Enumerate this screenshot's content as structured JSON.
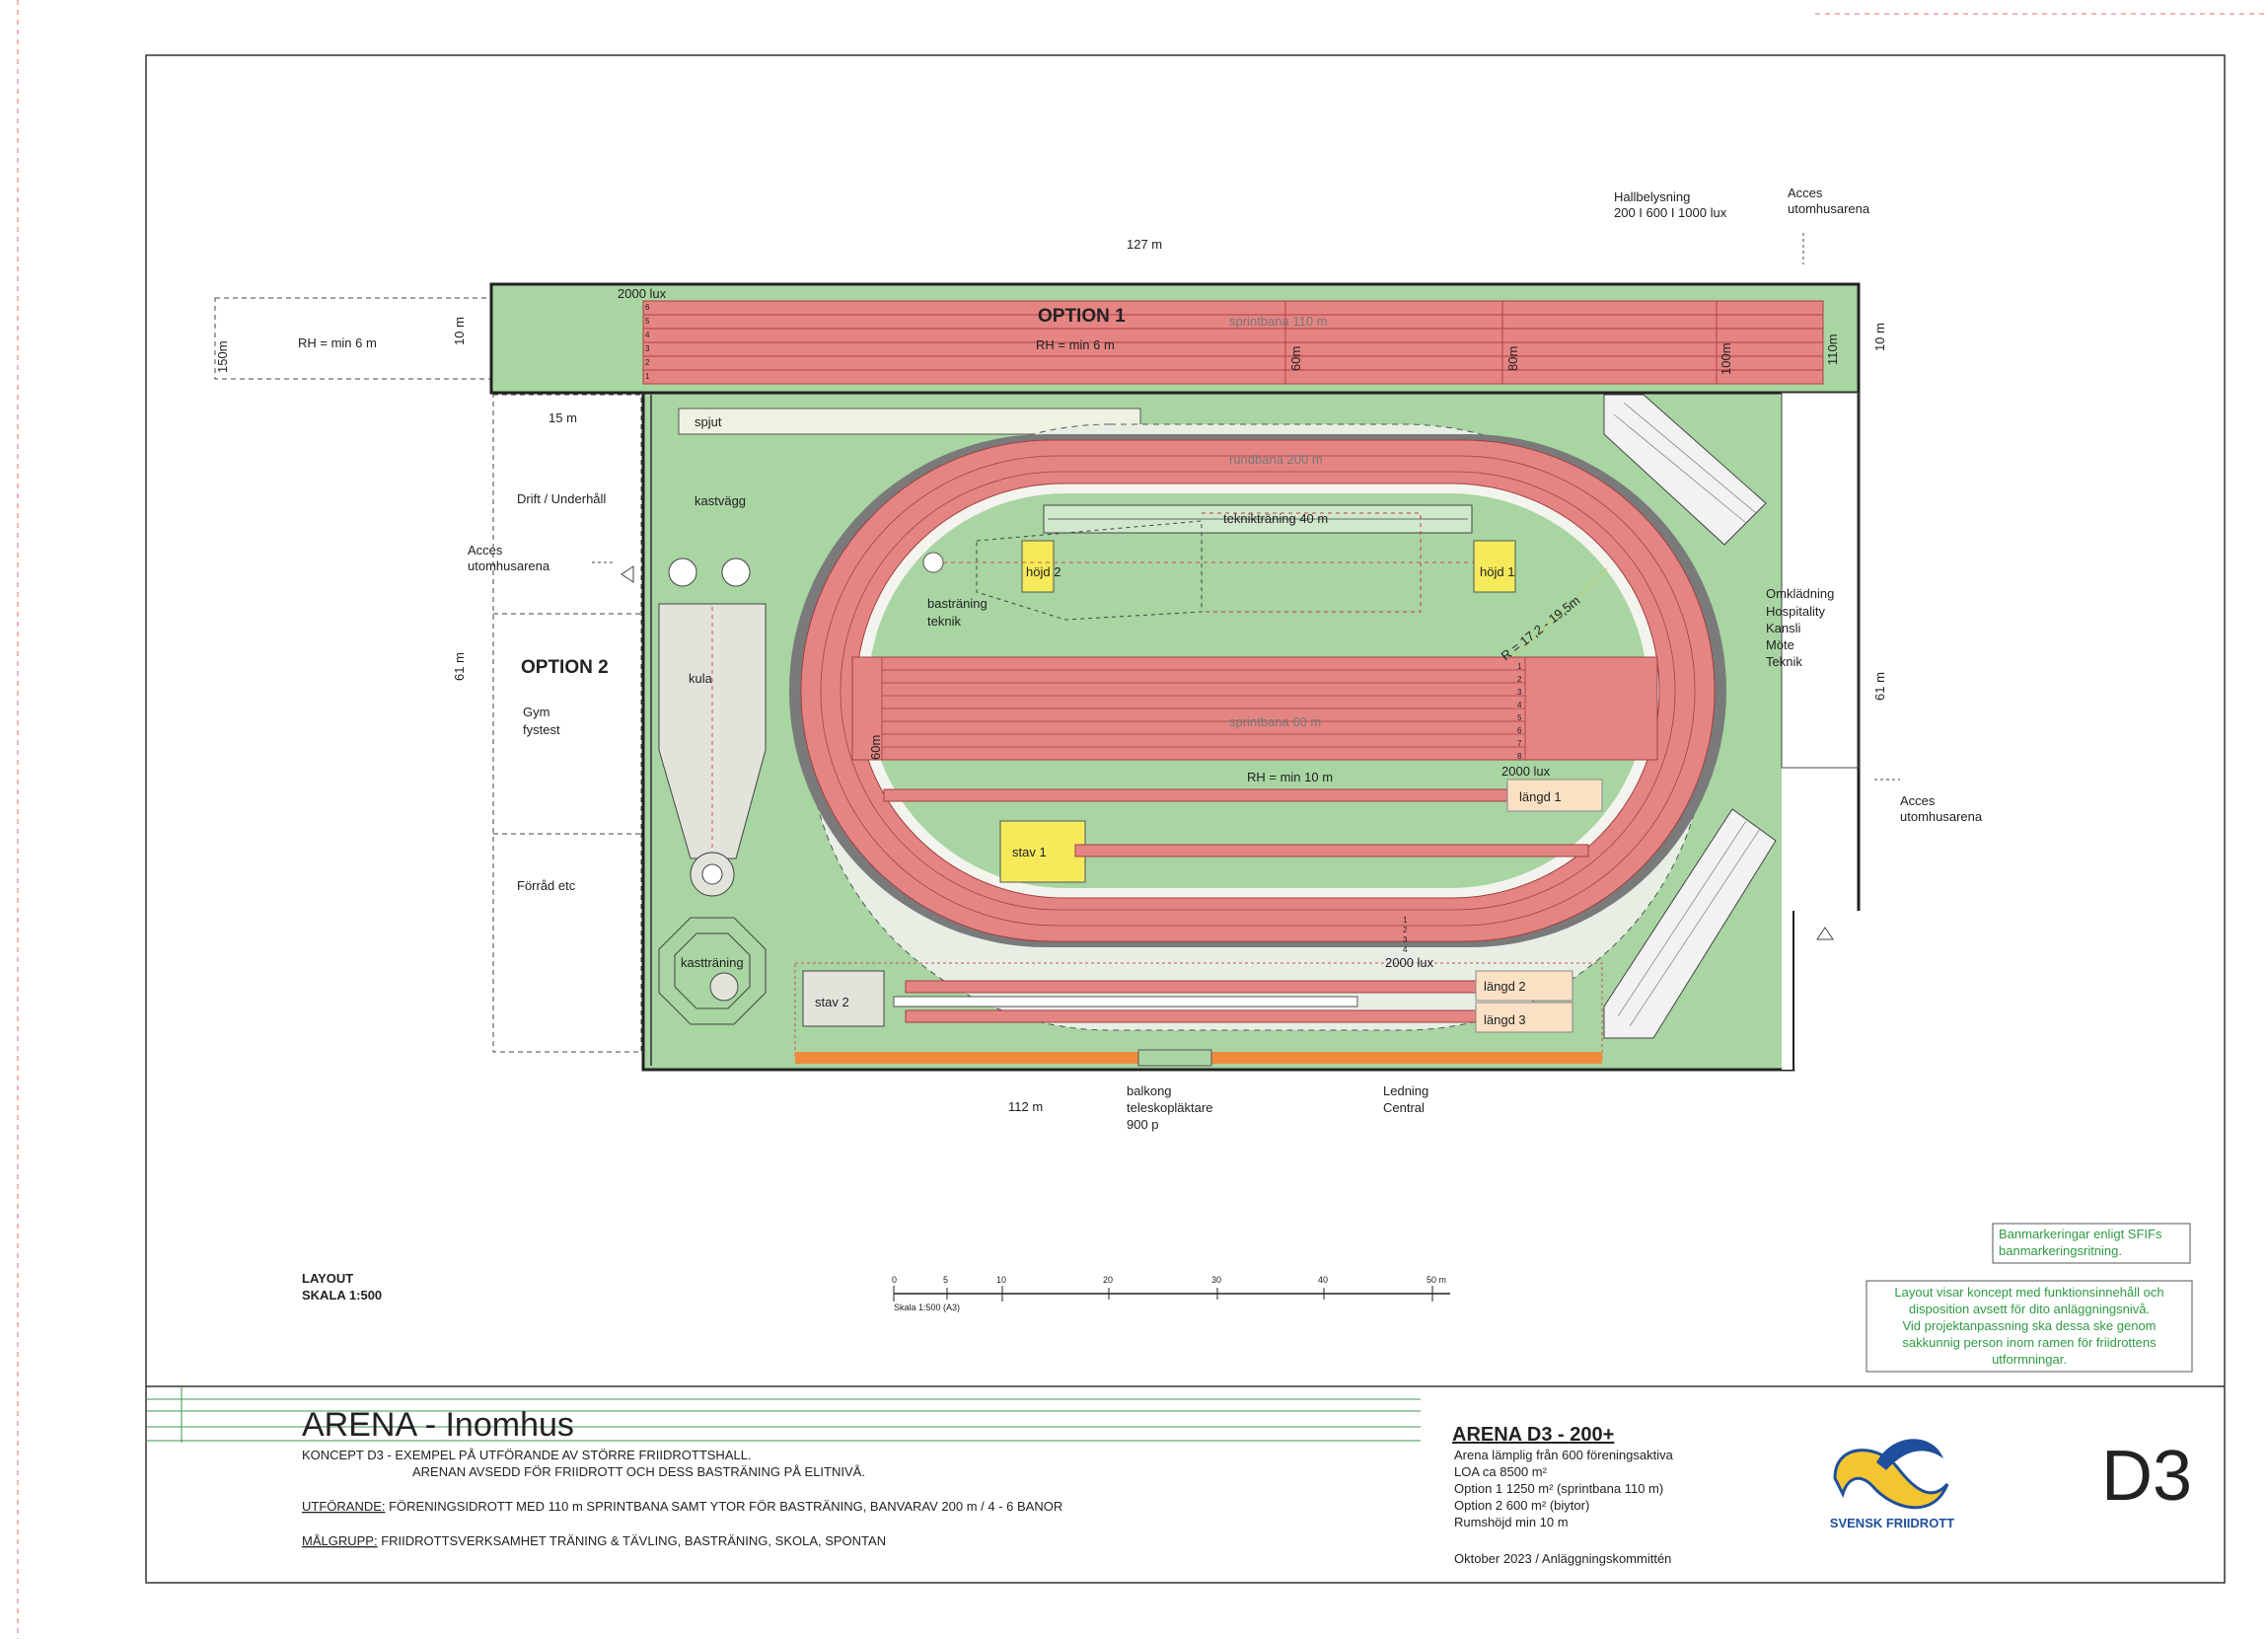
{
  "dims": {
    "top_width": "127 m",
    "bottom_width": "112 m",
    "left_height": "61 m",
    "right_height": "61 m",
    "option1_height_left": "10 m",
    "option1_height_right": "10 m",
    "ext_height": "150m",
    "side_width": "15 m"
  },
  "option1": {
    "title": "OPTION 1",
    "rh": "RH = min 6 m",
    "rh_ext": "RH = min 6 m",
    "lux": "2000 lux",
    "sprint_label": "sprintbana 110 m",
    "m60": "60m",
    "m80": "80m",
    "m100": "100m",
    "m110": "110m",
    "lanes": [
      "6",
      "5",
      "4",
      "3",
      "2",
      "1"
    ]
  },
  "lighting": {
    "title": "Hallbelysning",
    "values": "200 I 600 I 1000 lux"
  },
  "access": {
    "top_right_1": "Acces",
    "top_right_2": "utomhusarena",
    "left_1": "Acces",
    "left_2": "utomhusarena",
    "right_1": "Acces",
    "right_2": "utomhusarena"
  },
  "left_rooms": {
    "drift": "Drift / Underhåll",
    "option2": "OPTION 2",
    "gym_1": "Gym",
    "gym_2": "fystest",
    "forrad": "Förråd etc"
  },
  "right_rooms": [
    "Omklädning",
    "Hospitality",
    "Kansli",
    "Möte",
    "Teknik"
  ],
  "arena": {
    "spjut": "spjut",
    "kastvagg": "kastvägg",
    "kula": "kula",
    "kasttraning": "kastträning",
    "rundbana": "rundbana 200 m",
    "teknik40": "teknikträning 40 m",
    "hojd1": "höjd 1",
    "hojd2": "höjd 2",
    "bastraning_1": "basträning",
    "bastraning_2": "teknik",
    "radius": "R = 17,2 - 19,5m",
    "sprintbana60": "sprintbana 60 m",
    "m60": "60m",
    "rh10": "RH = min 10 m",
    "lux_mid": "2000 lux",
    "lux_bottom": "2000 lux",
    "langd1": "längd 1",
    "langd2": "längd 2",
    "langd3": "längd 3",
    "stav1": "stav 1",
    "stav2": "stav 2",
    "lanes8": [
      "1",
      "2",
      "3",
      "4",
      "5",
      "6",
      "7",
      "8"
    ],
    "lanes4": [
      "1",
      "2",
      "3",
      "4"
    ]
  },
  "bottom_labels": {
    "balkong_1": "balkong",
    "balkong_2": "teleskopläktare",
    "balkong_3": "900 p",
    "ledning_1": "Ledning",
    "ledning_2": "Central"
  },
  "layout_label": {
    "line1": "LAYOUT",
    "line2": "SKALA 1:500"
  },
  "scale_bar": {
    "ticks": [
      "0",
      "5",
      "10",
      "20",
      "30",
      "40",
      "50 m"
    ],
    "caption": "Skala 1:500 (A3)"
  },
  "notes": {
    "banmarkering_1": "Banmarkeringar enligt SFIFs",
    "banmarkering_2": "banmarkeringsritning.",
    "layout_1": "Layout visar koncept med funktionsinnehåll och",
    "layout_2": "disposition avsett för dito anläggningsnivå.",
    "layout_3": "Vid projektanpassning ska dessa ske genom",
    "layout_4": "sakkunnig person inom ramen för friidrottens",
    "layout_5": "utformningar."
  },
  "title_block": {
    "title": "ARENA - Inomhus",
    "koncept_1": "KONCEPT D3 -   EXEMPEL PÅ UTFÖRANDE AV STÖRRE FRIIDROTTSHALL.",
    "koncept_2": "ARENAN AVSEDD FÖR FRIIDROTT OCH DESS BASTRÄNING PÅ ELITNIVÅ.",
    "utforande_label": "UTFÖRANDE:",
    "utforande_text": " FÖRENINGSIDROTT MED 110 m SPRINTBANA SAMT YTOR FÖR BASTRÄNING, BANVARAV 200 m / 4 - 6 BANOR",
    "malgrupp_label": "MÅLGRUPP:",
    "malgrupp_text": " FRIIDROTTSVERKSAMHET TRÄNING & TÄVLING, BASTRÄNING,  SKOLA, SPONTAN",
    "spec_title": "ARENA D3 - 200+",
    "spec_1": "Arena lämplig från 600 föreningsaktiva",
    "spec_loa": "LOA         ca 8500 m²",
    "spec_opt1": "Option 1    1250 m²    (sprintbana 110 m)",
    "spec_opt2": "Option 2    600 m²      (biytor)",
    "spec_rh": "Rumshöjd min 10 m",
    "spec_date": "Oktober 2023 / Anläggningskommittén",
    "logo_text": "SVENSK FRIIDROTT",
    "code": "D3"
  },
  "colors": {
    "green": "#a8d5a2",
    "track": "#e58583",
    "yellow": "#f5ea5a",
    "orange": "#f08a3c",
    "peach": "#fbe1c4",
    "note_green": "#2f9a43",
    "logo_blue": "#1f4f9c",
    "logo_yellow": "#f2c531"
  }
}
